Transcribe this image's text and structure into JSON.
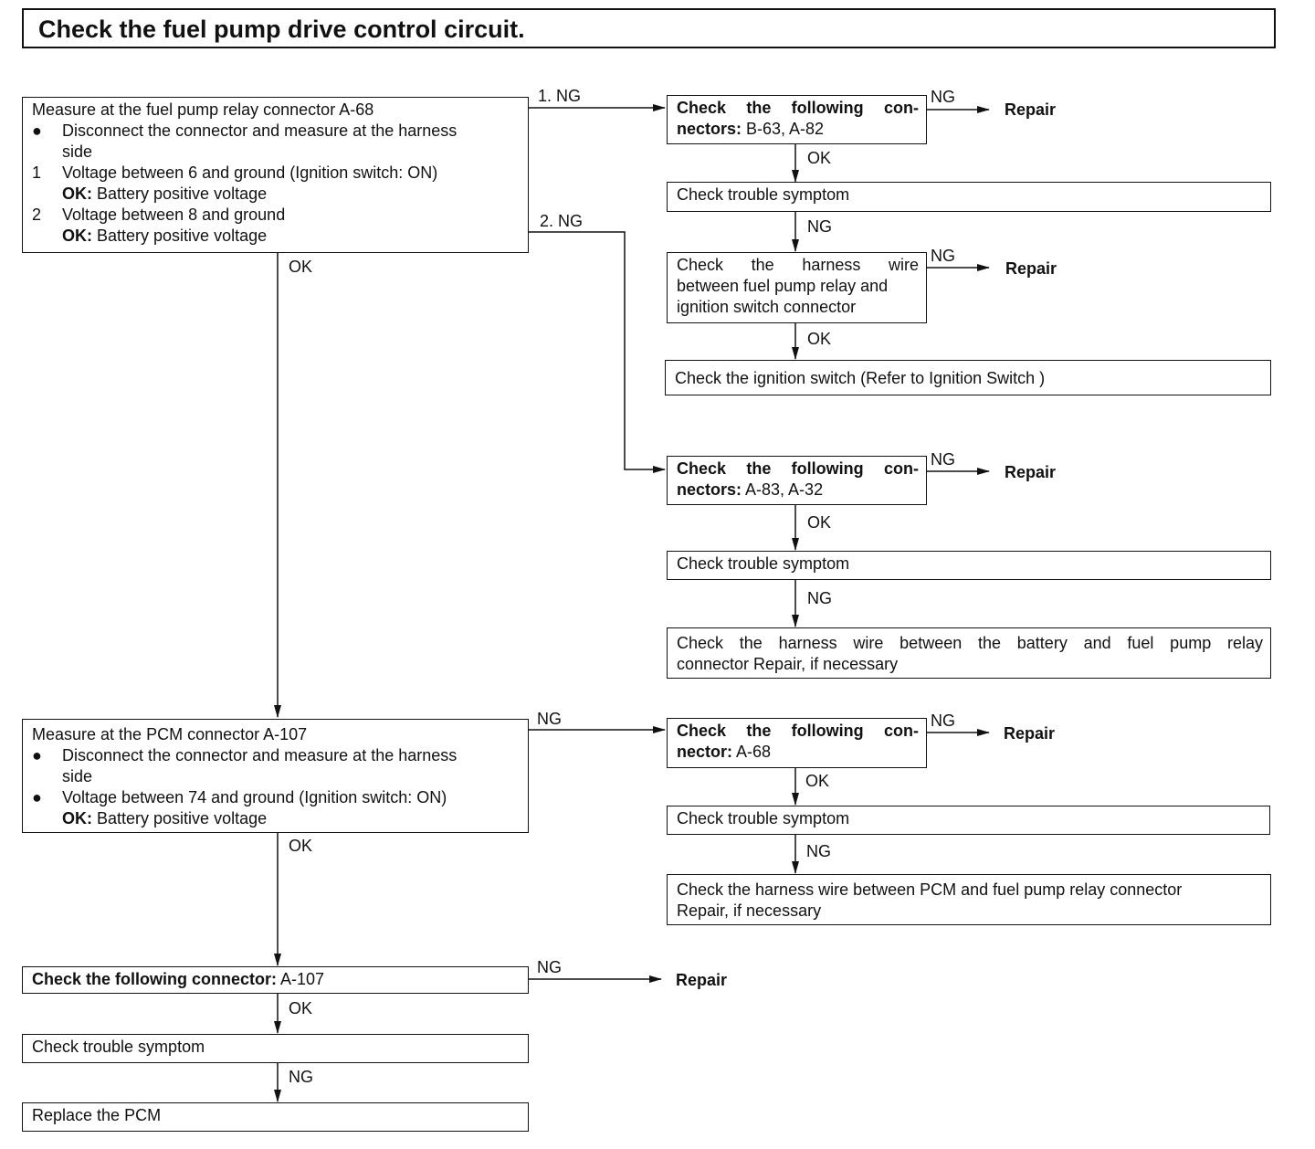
{
  "title": "Check the fuel pump drive control circuit.",
  "ok": "OK",
  "ng": "NG",
  "ok_label": "OK:",
  "battery_voltage": "Battery positive voltage",
  "bullet": "●",
  "repair": "Repair",
  "check_following_connectors": "Check the following con-",
  "check_trouble_symptom": "Check trouble symptom",
  "box1": {
    "line1": "Measure at the fuel pump relay connector A-68",
    "bullet_text": "Disconnect the connector and measure at the harness",
    "bullet_text2": "side",
    "item1_num": "1",
    "item1_text": "Voltage between 6 and ground (Ignition switch: ON)",
    "item2_num": "2",
    "item2_text": "Voltage between 8 and ground",
    "branch1": "1. NG",
    "branch2": "2. NG"
  },
  "r1": {
    "b_line2_bold": "nectors:",
    "b_line2_rest": " B-63, A-82",
    "harness_line1": "Check the harness wire",
    "harness_line2": "between fuel pump relay and",
    "harness_line3": "ignition switch connector",
    "ignition": "Check the ignition switch  (Refer to Ignition Switch )"
  },
  "r2": {
    "b_line2_bold": "nectors:",
    "b_line2_rest": " A-83, A-32",
    "harness_line1": "Check the harness wire between the battery and fuel pump relay",
    "harness_line2": "connector Repair, if necessary"
  },
  "box2": {
    "line1": "Measure at the PCM connector A-107",
    "bullet1_text": "Disconnect the connector and measure at the harness",
    "bullet1_text2": "side",
    "bullet2_text": "Voltage between 74 and ground (Ignition switch: ON)"
  },
  "r3": {
    "b_line2_bold": "nector:",
    "b_line2_rest": "  A-68",
    "harness_line1": "Check the harness wire between PCM and fuel pump relay connector",
    "harness_line2": "Repair, if necessary"
  },
  "bottom": {
    "connector_bold": "Check the following connector:",
    "connector_rest": " A-107",
    "replace": "Replace the PCM"
  }
}
